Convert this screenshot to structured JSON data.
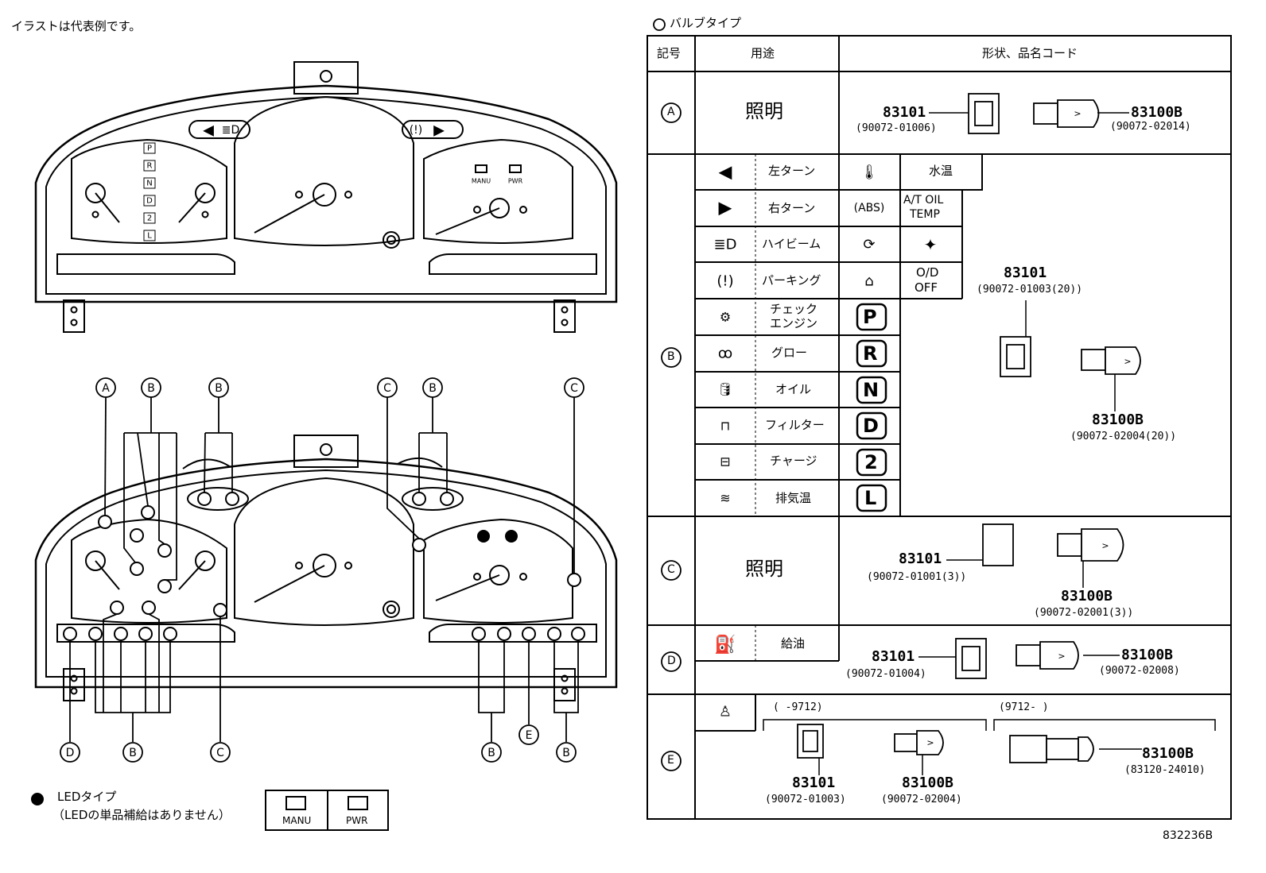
{
  "note": "イラストは代表例です。",
  "table": {
    "title": "バルブタイプ",
    "headers": {
      "code": "記号",
      "use": "用途",
      "shape": "形状、品名コード"
    },
    "row_a": {
      "code": "A",
      "use": "照明",
      "left_part": "83101",
      "left_code": "(90072-01006)",
      "right_part": "83100B",
      "right_code": "(90072-02014)"
    },
    "row_b": {
      "code": "B",
      "items": [
        "左ターン",
        "右ターン",
        "ハイビーム",
        "パーキング",
        "チェック",
        "エンジン",
        "グロー",
        "オイル",
        "フィルター",
        "チャージ",
        "排気温"
      ],
      "items2": [
        "水温",
        "A/T OIL",
        "TEMP",
        "O/D",
        "OFF"
      ],
      "gear_letters": [
        "P",
        "R",
        "N",
        "D",
        "2",
        "L"
      ],
      "part1": "83101",
      "code1": "(90072-01003(20))",
      "part2": "83100B",
      "code2": "(90072-02004(20))"
    },
    "row_c": {
      "code": "C",
      "use": "照明",
      "part1": "83101",
      "code1": "(90072-01001(3))",
      "part2": "83100B",
      "code2": "(90072-02001(3))"
    },
    "row_d": {
      "code": "D",
      "use": "給油",
      "part1": "83101",
      "code1": "(90072-01004)",
      "part2": "83100B",
      "code2": "(90072-02008)"
    },
    "row_e": {
      "code": "E",
      "range1": "(      -9712)",
      "range2": "(9712-      )",
      "part1": "83101",
      "code1": "(90072-01003)",
      "part2": "83100B",
      "code2": "(90072-02004)",
      "part3": "83100B",
      "code3": "(83120-24010)"
    }
  },
  "cluster_top": {
    "gear_letters": [
      "P",
      "R",
      "N",
      "D",
      "2",
      "L"
    ],
    "manu": "MANU",
    "pwr": "PWR"
  },
  "callouts_top": [
    "A",
    "B",
    "B",
    "C",
    "B",
    "C"
  ],
  "callouts_bottom": [
    "D",
    "B",
    "C",
    "B",
    "E",
    "B"
  ],
  "legend": {
    "led_title": "LEDタイプ",
    "led_note": "（LEDの単品補給はありません）",
    "manu": "MANU",
    "pwr": "PWR"
  },
  "footer_code": "832236B"
}
